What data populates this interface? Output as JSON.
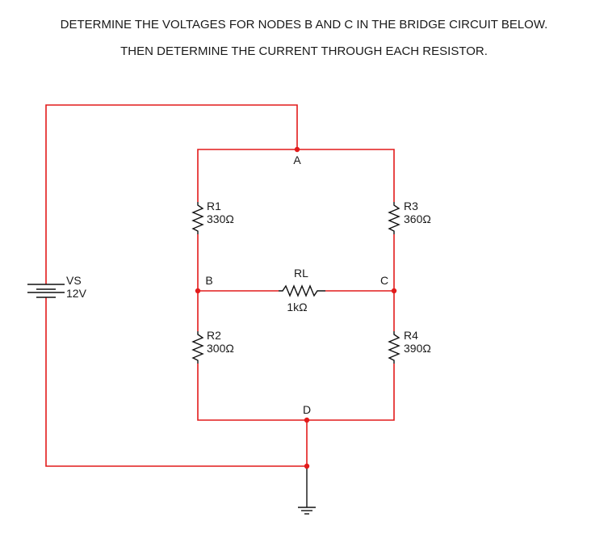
{
  "title": {
    "line1": "DETERMINE THE VOLTAGES FOR NODES B AND C IN THE BRIDGE CIRCUIT BELOW.",
    "line2": "THEN DETERMINE THE CURRENT THROUGH EACH RESISTOR."
  },
  "nodes": {
    "a": "A",
    "b": "B",
    "c": "C",
    "d": "D"
  },
  "source": {
    "name": "VS",
    "value": "12V"
  },
  "resistors": {
    "r1": {
      "name": "R1",
      "value": "330Ω"
    },
    "r2": {
      "name": "R2",
      "value": "300Ω"
    },
    "r3": {
      "name": "R3",
      "value": "360Ω"
    },
    "r4": {
      "name": "R4",
      "value": "390Ω"
    },
    "rl": {
      "name": "RL",
      "value": "1kΩ"
    }
  },
  "colors": {
    "wire": "#e21b1b",
    "component": "#111111",
    "text": "#1a1a1a"
  }
}
